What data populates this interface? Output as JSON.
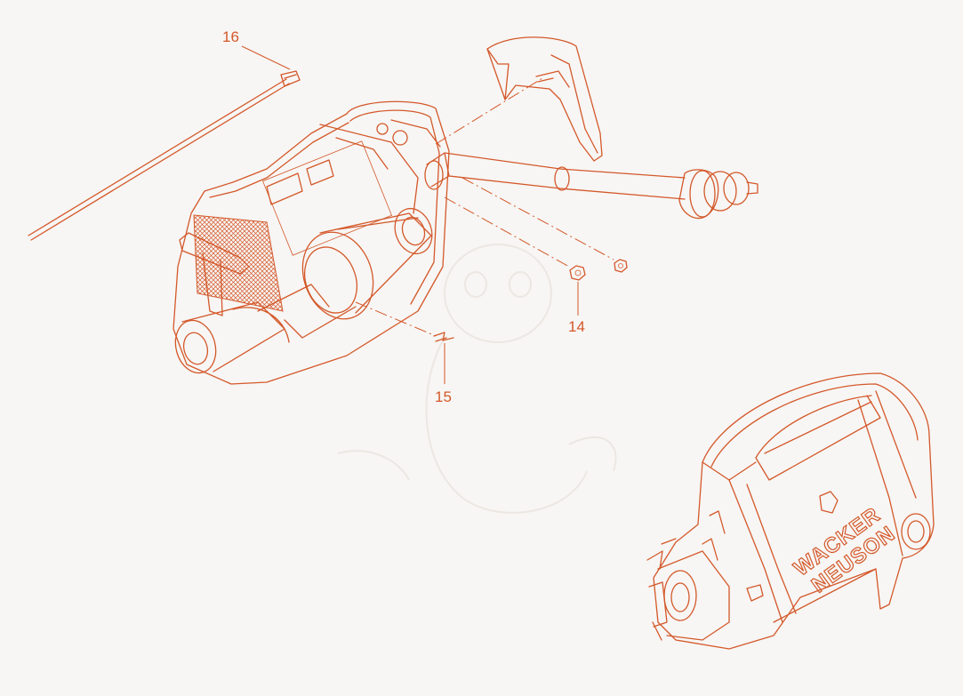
{
  "diagram": {
    "callouts": [
      "16",
      "14",
      "15"
    ],
    "brand_lines": [
      "WACKER",
      "NEUSON"
    ],
    "line_color": "#d4582a",
    "background_color": "#f7f6f4"
  }
}
